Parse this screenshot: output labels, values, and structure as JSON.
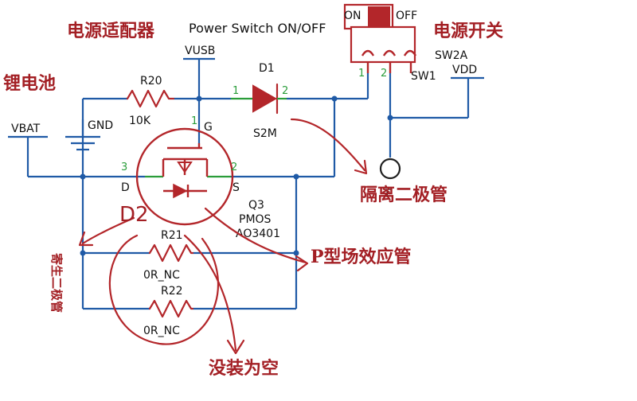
{
  "title": "Power Switch ON/OFF",
  "annotations": {
    "adapter": "电源适配器",
    "battery": "锂电池",
    "power_switch": "电源开关",
    "isolation_diode": "隔离二极管",
    "p_fet": "P型场效应管",
    "not_populated": "没装为空",
    "parasitic_diode": "D2",
    "side_note": "寄生二极管"
  },
  "nets": {
    "vusb": "VUSB",
    "vbat": "VBAT",
    "vdd": "VDD",
    "gnd": "GND"
  },
  "components": {
    "r20": {
      "ref": "R20",
      "value": "10K"
    },
    "d1": {
      "ref": "D1",
      "value": "S2M",
      "pin1": "1",
      "pin2": "2"
    },
    "q3": {
      "ref": "Q3",
      "type": "PMOS",
      "part": "AO3401",
      "pin_g": "G",
      "pin_d": "D",
      "pin_s": "S",
      "pin_g_num": "1",
      "pin_d_num": "3",
      "pin_s_num": "2"
    },
    "r21": {
      "ref": "R21",
      "value": "0R_NC"
    },
    "r22": {
      "ref": "R22",
      "value": "0R_NC"
    },
    "sw": {
      "ref": "SW1",
      "part": "SW2A",
      "on_label": "ON",
      "off_label": "OFF",
      "pin1": "1",
      "pin2": "2",
      "tp": "T"
    }
  },
  "colors": {
    "wire": "#1f5aa6",
    "component": "#b3262a",
    "pin": "#2a9d3a",
    "annotation": "#a31f24"
  }
}
